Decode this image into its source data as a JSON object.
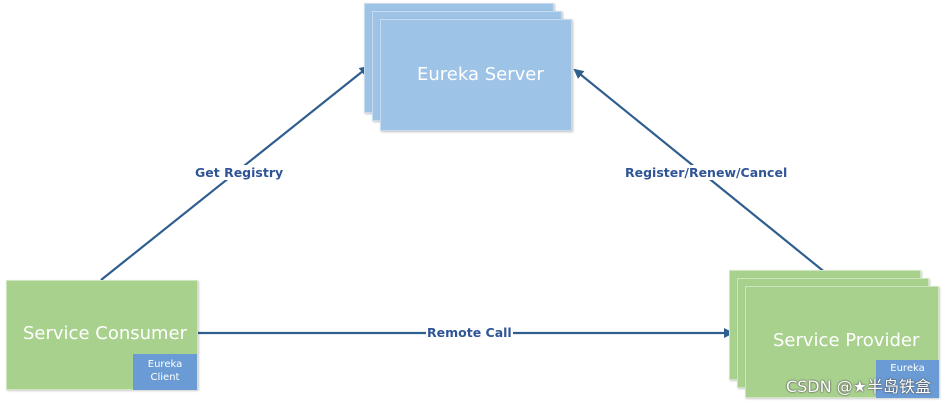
{
  "diagram": {
    "eureka_server": {
      "label": "Eureka Server"
    },
    "service_consumer": {
      "label": "Service Consumer",
      "client_tag_line1": "Eureka",
      "client_tag_line2": "Client"
    },
    "service_provider": {
      "label": "Service Provider",
      "client_tag_line1": "Eureka"
    },
    "edges": [
      {
        "from": "Service Consumer",
        "to": "Eureka Server",
        "label": "Get Registry"
      },
      {
        "from": "Service Provider",
        "to": "Eureka Server",
        "label": "Register/Renew/Cancel"
      },
      {
        "from": "Service Consumer",
        "to": "Service Provider",
        "label": "Remote Call"
      }
    ]
  },
  "watermark": {
    "text": "CSDN @★半岛铁盒"
  },
  "colors": {
    "server_fill": "#9dc3e6",
    "node_fill": "#a9d18e",
    "client_tag_fill": "#6a9bd4",
    "arrow": "#2f5f8f",
    "label_text": "#2f5597"
  }
}
